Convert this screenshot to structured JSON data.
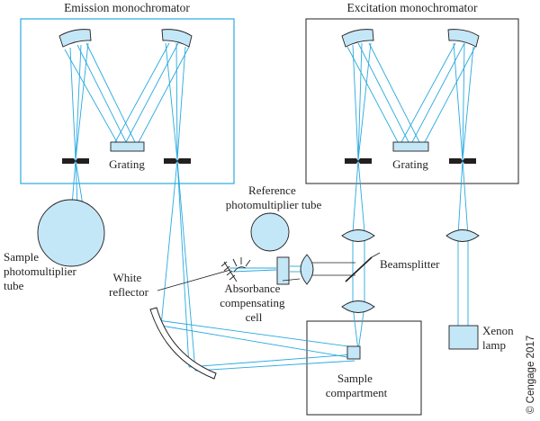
{
  "colors": {
    "beam": "#29a9e0",
    "optic_fill": "#c4e7f7",
    "emission_box": "#29a9e0",
    "outline": "#231f20"
  },
  "labels": {
    "emission_monochromator": "Emission monochromator",
    "excitation_monochromator": "Excitation monochromator",
    "grating": "Grating",
    "reference_pmt": [
      "Reference",
      "photomultiplier tube"
    ],
    "sample_pmt": [
      "Sample",
      "photomultiplier",
      "tube"
    ],
    "white_reflector": [
      "White",
      "reflector"
    ],
    "absorbance_cell": [
      "Absorbance",
      "compensating",
      "cell"
    ],
    "beamsplitter": "Beamsplitter",
    "xenon_lamp": [
      "Xenon",
      "lamp"
    ],
    "sample_compartment": [
      "Sample",
      "compartment"
    ],
    "copyright": "© Cengage 2017"
  }
}
